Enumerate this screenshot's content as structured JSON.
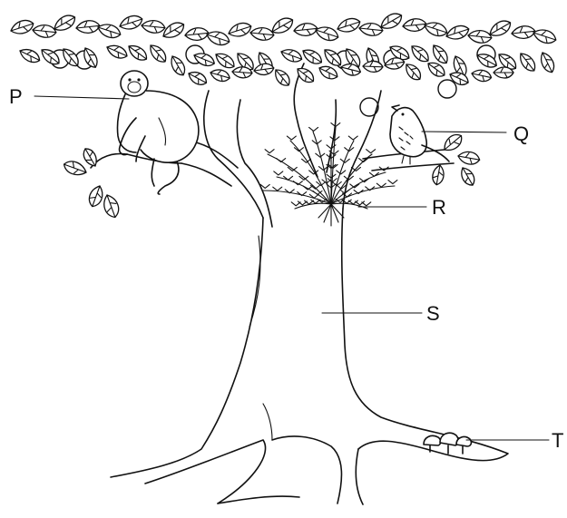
{
  "labels": {
    "p": "P",
    "q": "Q",
    "r": "R",
    "s": "S",
    "t": "T"
  },
  "colors": {
    "ink": "#111111",
    "background": "#ffffff"
  }
}
